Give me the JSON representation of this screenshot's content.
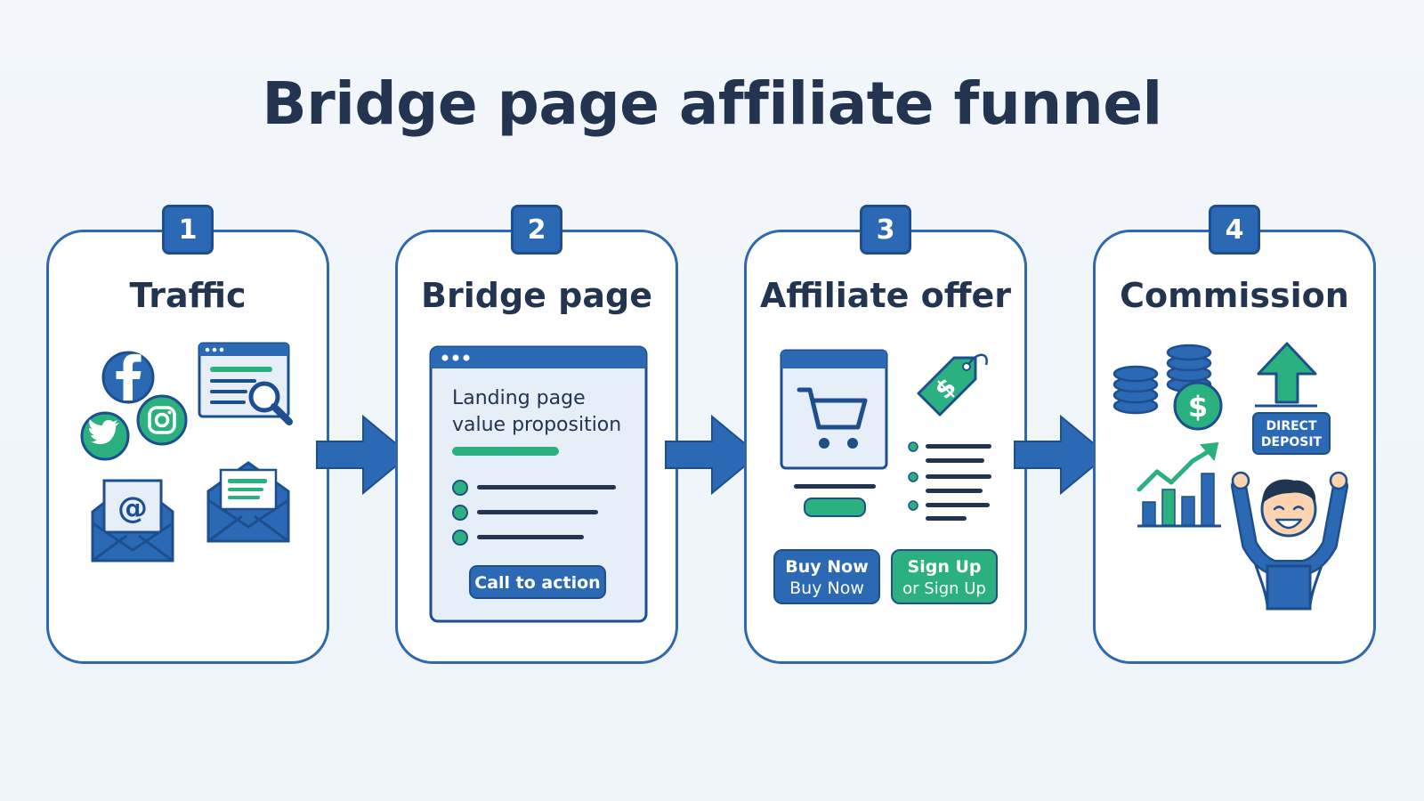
{
  "title": "Bridge page affiliate funnel",
  "steps": [
    {
      "number": "1",
      "title": "Traffic",
      "icons": [
        "facebook-icon",
        "twitter-icon",
        "instagram-icon",
        "search-browser-icon",
        "email-at-icon",
        "newsletter-envelope-icon"
      ],
      "email_symbol": "@"
    },
    {
      "number": "2",
      "title": "Bridge page",
      "heading_line1": "Landing page",
      "heading_line2": "value proposition",
      "cta": "Call to action"
    },
    {
      "number": "3",
      "title": "Affiliate offer",
      "buy_line1": "Buy Now",
      "buy_line2": "Buy Now",
      "signup_line1": "Sign Up",
      "signup_line2": "or Sign Up",
      "icons": [
        "shopping-cart-icon",
        "price-tag-icon"
      ]
    },
    {
      "number": "4",
      "title": "Commission",
      "deposit_line1": "DIRECT",
      "deposit_line2": "DEPOSIT",
      "icons": [
        "coins-dollar-icon",
        "up-arrow-icon",
        "growth-chart-icon",
        "happy-person-icon"
      ]
    }
  ],
  "colors": {
    "blue": "#2c69b5",
    "dark_blue": "#1d4f8f",
    "green": "#2bb07f",
    "text": "#22344f",
    "light_fill": "#e6eef8"
  }
}
